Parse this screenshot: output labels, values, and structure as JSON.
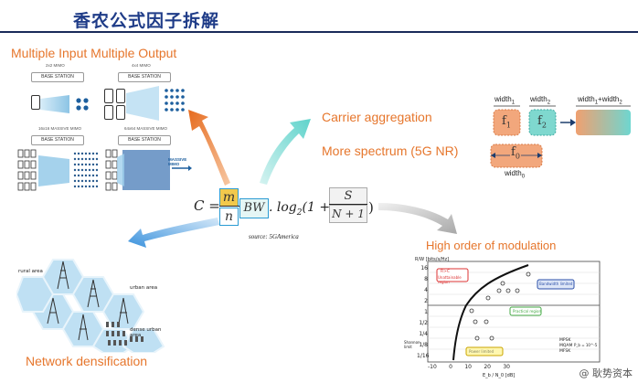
{
  "header": {
    "title": "香农公式因子拆解"
  },
  "sections": {
    "mimo": "Multiple Input Multiple Output",
    "carrier": "Carrier aggregation",
    "spectrum": "More spectrum (5G NR)",
    "modulation": "High order of modulation",
    "network": "Network densification"
  },
  "mimo_panel": {
    "labels": [
      "2x2 MIMO",
      "4x4 MIMO",
      "16x16 MASSIVE MIMO",
      "64x64 MASSIVE MIMO"
    ],
    "base_station": "BASE STATION",
    "massive_mimo": "MASSIVE MIMO"
  },
  "formula": {
    "lhs": "C =",
    "m": "m",
    "n": "n",
    "bw": "BW",
    "log": ". log",
    "log_sub": "2",
    "one_plus": "(1 +",
    "s": "S",
    "n_plus_1": "N + 1",
    "close": ")",
    "source": "source: 5GAmerica"
  },
  "carrier_panel": {
    "width1": "width",
    "width1_sub": "1",
    "width2": "width",
    "width2_sub": "2",
    "width_sum": "width",
    "width_sum_sub1": "1",
    "width_sum_mid": "+width",
    "width_sum_sub2": "2",
    "f1": "f",
    "f1_sub": "1",
    "f2": "f",
    "f2_sub": "2",
    "f0": "f",
    "f0_sub": "0",
    "width0": "width",
    "width0_sub": "0"
  },
  "network_panel": {
    "rural": "rural area",
    "urban": "urban area",
    "dense": "dense urban area"
  },
  "modulation_chart": {
    "y_axis_label": "R/W [bits/s/Hz]",
    "x_axis_label": "E_b / N_0 [dB]",
    "y_ticks": [
      "16",
      "8",
      "4",
      "2",
      "1",
      "1/2",
      "1/4",
      "1/8",
      "1/16"
    ],
    "x_ticks": [
      "-10",
      "0",
      "10",
      "20",
      "30"
    ],
    "region_rc": "R>C",
    "region_unattainable": "Unattainable region",
    "region_bandwidth": "Bandwidth limited",
    "region_power": "Power limited",
    "region_practical": "Practical region",
    "shannon": "Shannon limit",
    "legend": [
      "MPSK",
      "MQAM",
      "MFSK"
    ],
    "pb_note": "P_b = 10^-5"
  },
  "watermark": "@ 耿势资本"
}
